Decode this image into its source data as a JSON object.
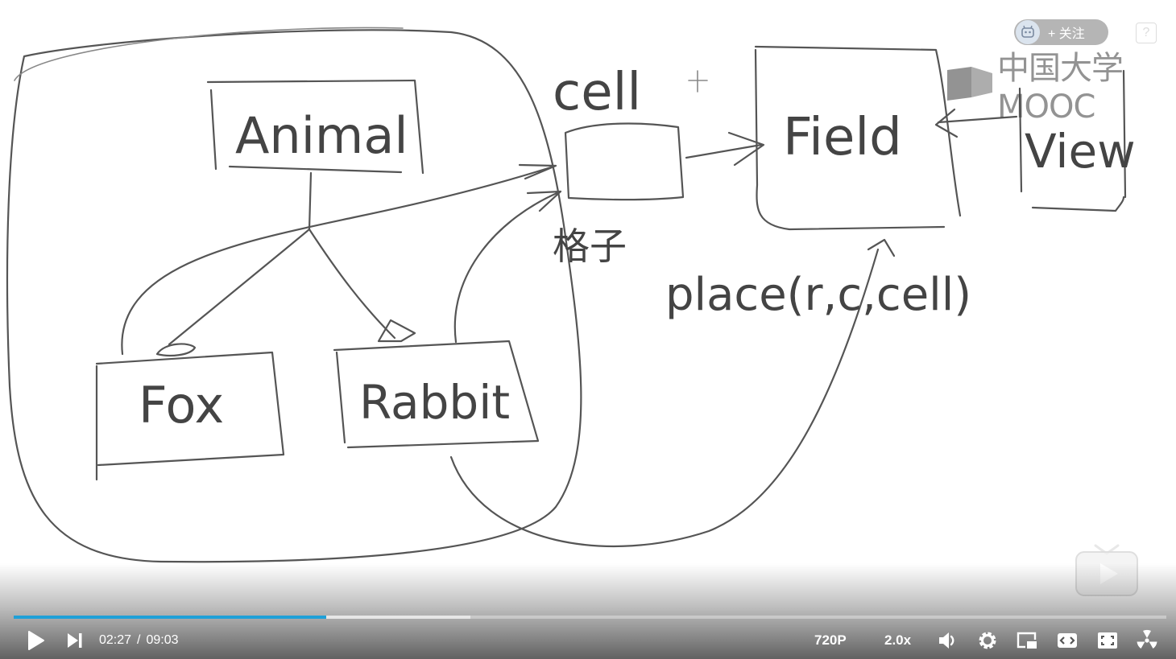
{
  "whiteboard": {
    "labels": {
      "animal": "Animal",
      "fox": "Fox",
      "rabbit": "Rabbit",
      "cell": "cell",
      "cell_cn": "格子",
      "field": "Field",
      "view": "View",
      "place": "place(r,c,cell)"
    }
  },
  "overlay": {
    "follow_label": "+ 关注",
    "help_label": "?",
    "logo_text": "中国大学MOOC"
  },
  "player": {
    "current_time": "02:27",
    "time_separator": "/",
    "duration": "09:03",
    "progress_fraction": 0.271,
    "buffered_fraction": 0.396,
    "resolution": "720P",
    "speed": "2.0x",
    "colors": {
      "progress": "#1fa0d8"
    },
    "icons": [
      "play-icon",
      "next-icon",
      "volume-icon",
      "settings-icon",
      "picture-in-picture-icon",
      "widescreen-icon",
      "fullscreen-icon",
      "danmaku-icon"
    ]
  }
}
